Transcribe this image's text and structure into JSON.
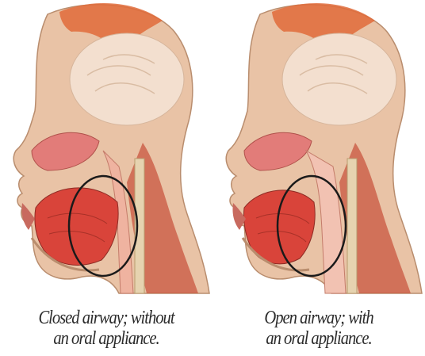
{
  "figures": [
    {
      "caption_line1": "Closed airway; without",
      "caption_line2": "an oral appliance.",
      "airway_state": "closed"
    },
    {
      "caption_line1": "Open airway; with",
      "caption_line2": "an oral appliance.",
      "airway_state": "open"
    }
  ],
  "colors": {
    "skin": "#e9c3a6",
    "muscle": "#c8563f",
    "tongue": "#d9443a",
    "nasal": "#e27c79",
    "scalp": "#e06b3a",
    "circle": "#1a1a1a",
    "caption": "#2b2b2b"
  }
}
